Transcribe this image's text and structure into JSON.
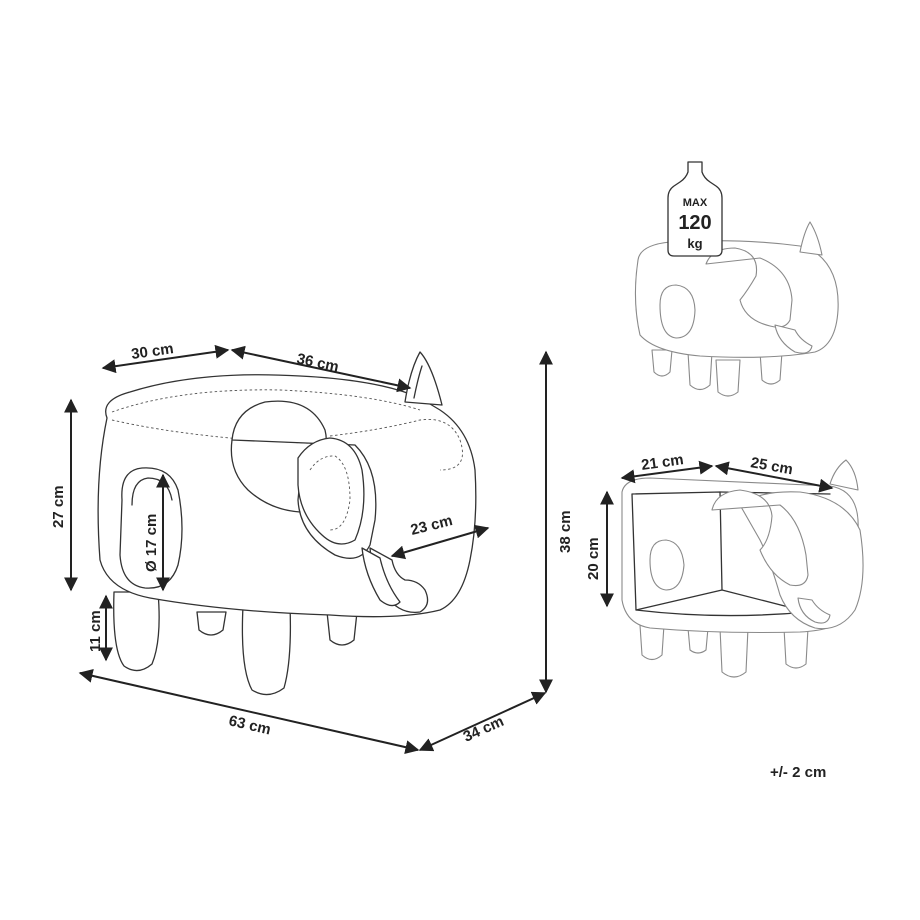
{
  "diagram": {
    "main_view": {
      "dimensions": {
        "top_depth": "30 cm",
        "top_length": "36 cm",
        "body_height": "27 cm",
        "hole_diameter": "Ø 17 cm",
        "trunk_length": "23 cm",
        "leg_height": "11 cm",
        "total_height": "38 cm",
        "total_length": "63 cm",
        "total_depth": "34 cm"
      }
    },
    "weight_view": {
      "badge_line1": "MAX",
      "badge_line2": "120",
      "badge_line3": "kg"
    },
    "storage_view": {
      "dimensions": {
        "inner_depth": "21 cm",
        "inner_length": "25 cm",
        "inner_height": "20 cm"
      }
    },
    "tolerance": "+/- 2 cm"
  }
}
